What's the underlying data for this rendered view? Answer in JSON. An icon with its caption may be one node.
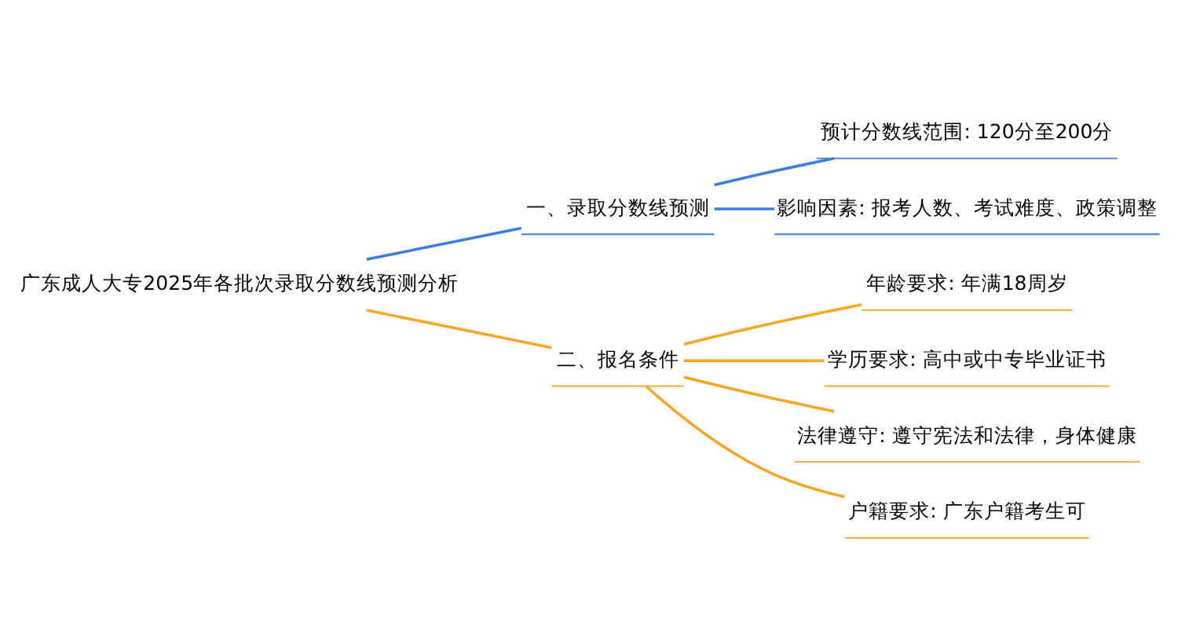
{
  "diagram": {
    "nodes": [
      {
        "text": [
          "广东成人大专2025年各批次录取分数线预测分析"
        ]
      },
      {
        "text": [
          "一、录取分数线预测"
        ]
      },
      {
        "text": [
          "预计分数线范围: 120分至200分"
        ]
      },
      {
        "text": [
          "影响因素: 报考人数、考试难度、政策调整"
        ]
      },
      {
        "text": [
          "二、报名条件"
        ]
      },
      {
        "text": [
          "年龄要求: 年满18周岁"
        ]
      },
      {
        "text": [
          "学历要求: 高中或中专毕业证书"
        ]
      },
      {
        "text": [
          "法律遵守: 遵守宪法和法律，身体健康"
        ]
      },
      {
        "text": [
          "户籍要求: 广东户籍考生可"
        ]
      }
    ],
    "edges": [
      {
        "from": 0,
        "to": 1,
        "arrow": "none",
        "color": "#3a7fe0"
      },
      {
        "from": 1,
        "to": 2,
        "arrow": "none",
        "color": "#3a7fe0"
      },
      {
        "from": 1,
        "to": 3,
        "arrow": "none",
        "color": "#3a7fe0"
      },
      {
        "from": 0,
        "to": 4,
        "arrow": "none"
      },
      {
        "from": 4,
        "to": 5,
        "arrow": "none"
      },
      {
        "from": 4,
        "to": 6,
        "arrow": "none"
      },
      {
        "from": 4,
        "to": 7,
        "arrow": "none"
      },
      {
        "from": 4,
        "to": 8,
        "arrow": "none"
      }
    ]
  }
}
